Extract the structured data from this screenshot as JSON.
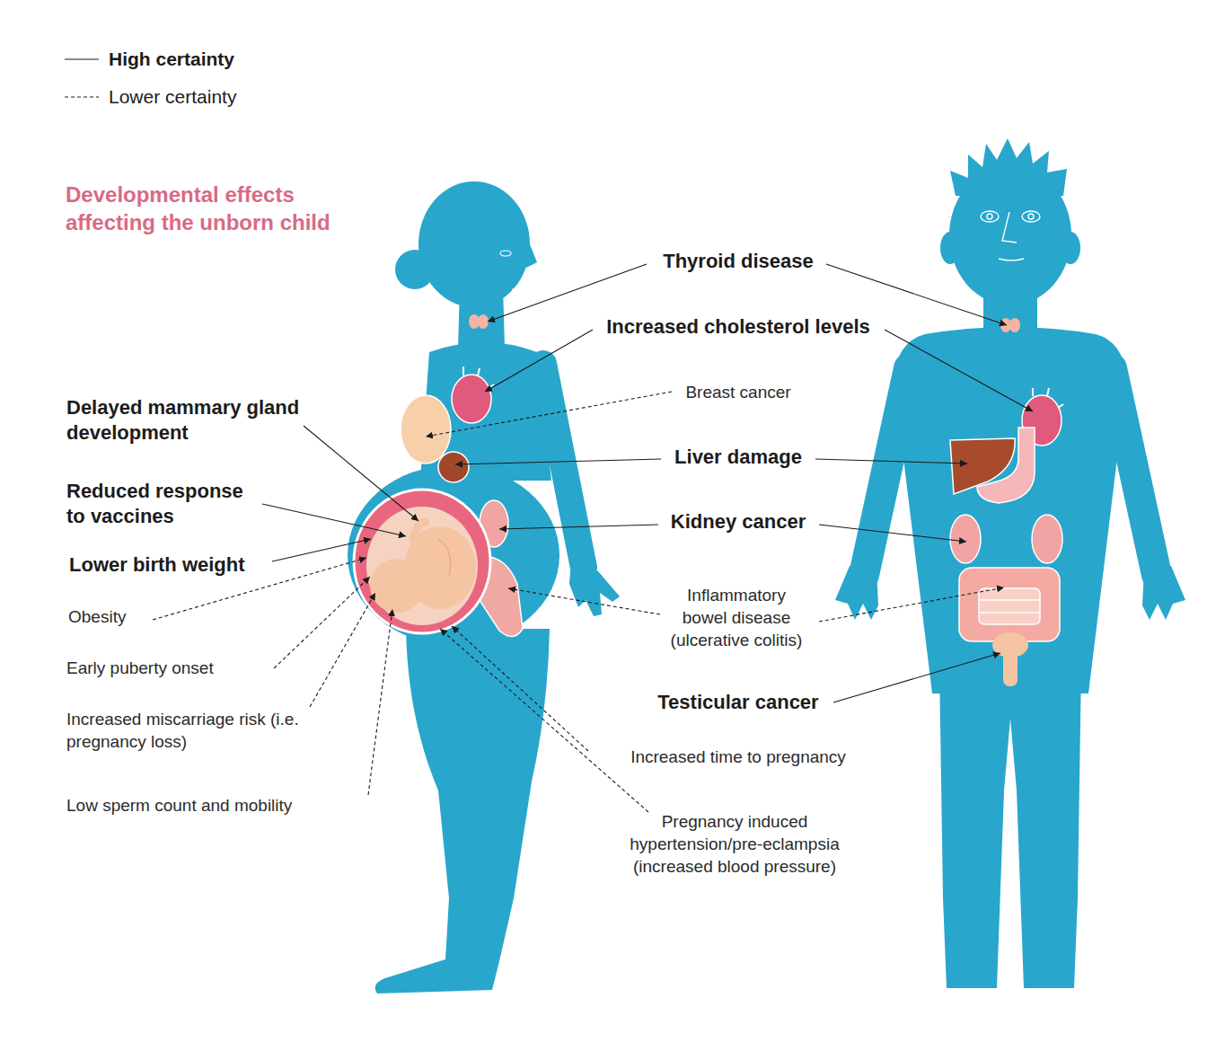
{
  "diagram": {
    "labels": [
      "Developmental effects affecting the unborn child",
      "Thyroid disease",
      "Increased cholesterol levels",
      "Breast cancer",
      "Delayed mammary gland development",
      "Liver damage",
      "Reduced response to vaccines",
      "Kidney cancer",
      "Lower birth weight",
      "Inflammatory bowel disease (ulcerative colitis)",
      "Obesity",
      "Early puberty onset",
      "Testicular cancer",
      "Increased miscarriage risk (i.e. pregnancy loss)",
      "Increased time to pregnancy",
      "Low sperm count and mobility",
      "Pregnancy induced hypertension/pre-eclampsia (increased blood pressure)"
    ],
    "legend": [
      {
        "text": "High certainty"
      },
      {
        "text": "Lower certainty"
      }
    ]
  }
}
